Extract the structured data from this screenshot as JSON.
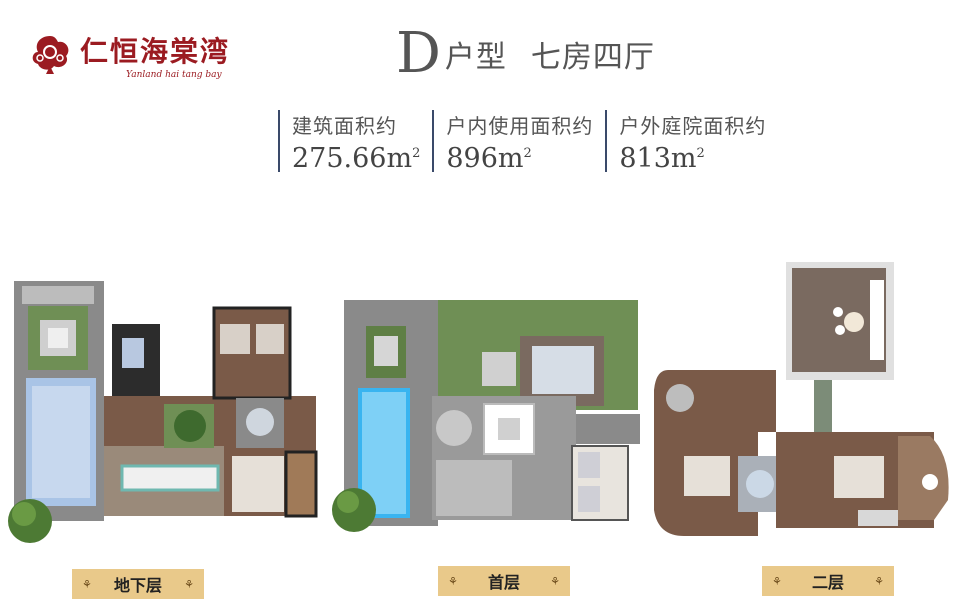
{
  "brand": {
    "name": "仁恒海棠湾",
    "subtitle": "Yanland hai tang bay"
  },
  "title": {
    "letter": "D",
    "type": "户型",
    "rooms": "七房四厅"
  },
  "stats": [
    {
      "label": "建筑面积约",
      "value": "275.66m",
      "unit_sup": "2"
    },
    {
      "label": "户内使用面积约",
      "value": "896m",
      "unit_sup": "2"
    },
    {
      "label": "户外庭院面积约",
      "value": "813m",
      "unit_sup": "2"
    }
  ],
  "floors": [
    {
      "label": "地下层"
    },
    {
      "label": "首层"
    },
    {
      "label": "二层"
    }
  ],
  "ornament": "⚘",
  "colors": {
    "brand_red": "#9b1b21",
    "label_gold": "#e9c98a",
    "wood_floor": "#7a5a48",
    "lawn": "#6f8f55",
    "pool": "#7ec8f0",
    "stat_rule": "#3a4a6a"
  }
}
